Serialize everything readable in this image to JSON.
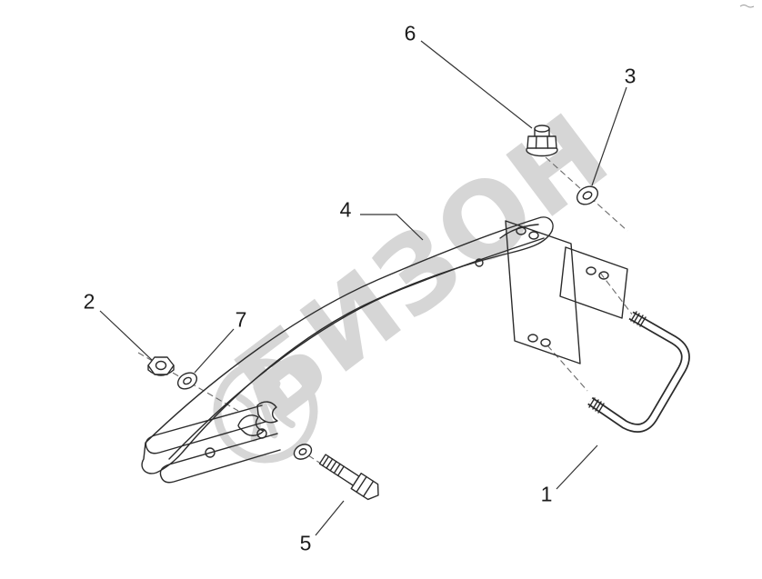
{
  "colors": {
    "ink": "#2b2b2b",
    "watermark": "#d6d6d6",
    "background": "#ffffff"
  },
  "watermark": {
    "text": "БИЗОН"
  },
  "callouts": [
    {
      "label": "1"
    },
    {
      "label": "2"
    },
    {
      "label": "3"
    },
    {
      "label": "4"
    },
    {
      "label": "5"
    },
    {
      "label": "6"
    },
    {
      "label": "7"
    }
  ]
}
